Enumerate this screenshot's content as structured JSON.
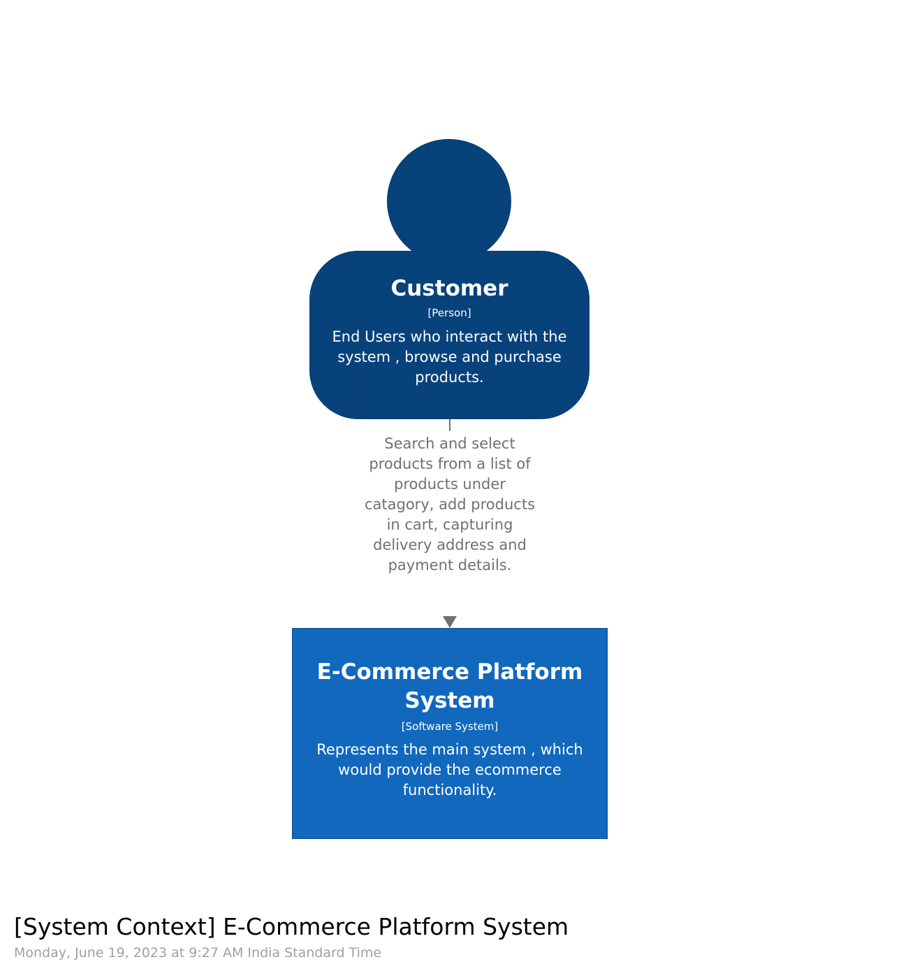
{
  "person": {
    "name": "Customer",
    "type": "[Person]",
    "description": "End Users who interact with the system , browse and purchase products."
  },
  "relationship": {
    "description": "Search and select products from a list of products under catagory, add products in cart, capturing delivery address and payment details."
  },
  "system": {
    "name": "E-Commerce Platform System",
    "type": "[Software System]",
    "description": "Represents the main system , which would provide the ecommerce functionality."
  },
  "footer": {
    "title": "[System Context] E-Commerce Platform System",
    "date": "Monday, June 19, 2023 at 9:27 AM India Standard Time"
  },
  "colors": {
    "person": "#08427b",
    "software_system": "#1168bd",
    "relationship": "#707070",
    "date_text": "#a0a0a0"
  }
}
